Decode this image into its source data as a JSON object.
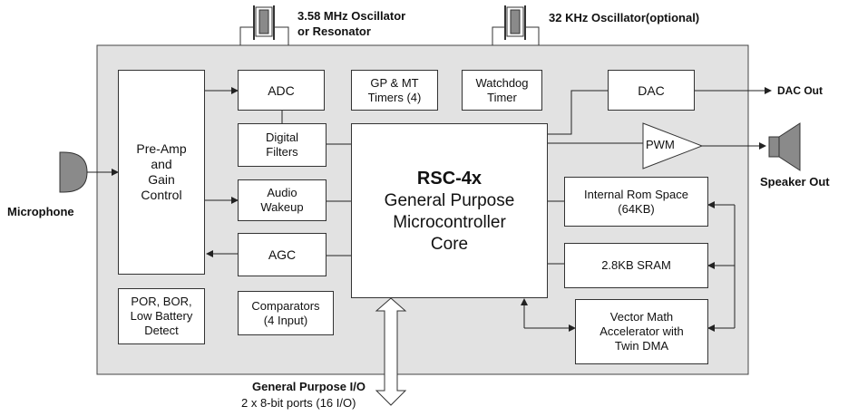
{
  "oscillators": {
    "main": "3.58 MHz Oscillator\nor Resonator",
    "secondary": "32 KHz Oscillator(optional)"
  },
  "blocks": {
    "preamp": "Pre-Amp\nand\nGain\nControl",
    "por": "POR, BOR,\nLow Battery\nDetect",
    "adc": "ADC",
    "digital_filters": "Digital\nFilters",
    "audio_wakeup": "Audio\nWakeup",
    "agc": "AGC",
    "comparators": "Comparators\n(4 Input)",
    "timers": "GP & MT\nTimers (4)",
    "watchdog": "Watchdog\nTimer",
    "dac": "DAC",
    "pwm": "PWM",
    "rom": "Internal Rom Space\n(64KB)",
    "sram": "2.8KB SRAM",
    "vector_math": "Vector Math\nAccelerator with\nTwin DMA"
  },
  "core": {
    "title": "RSC-4x",
    "subtitle": "General Purpose\nMicrocontroller\nCore"
  },
  "io": {
    "microphone": "Microphone",
    "dac_out": "DAC Out",
    "speaker_out": "Speaker Out",
    "gpio_title": "General Purpose I/O",
    "gpio_sub": "2 x 8-bit ports (16 I/O)"
  },
  "colors": {
    "chip_background": "#e2e2e2",
    "block_fill": "#ffffff",
    "line": "#222222",
    "component_gray": "#8a8a8a"
  }
}
